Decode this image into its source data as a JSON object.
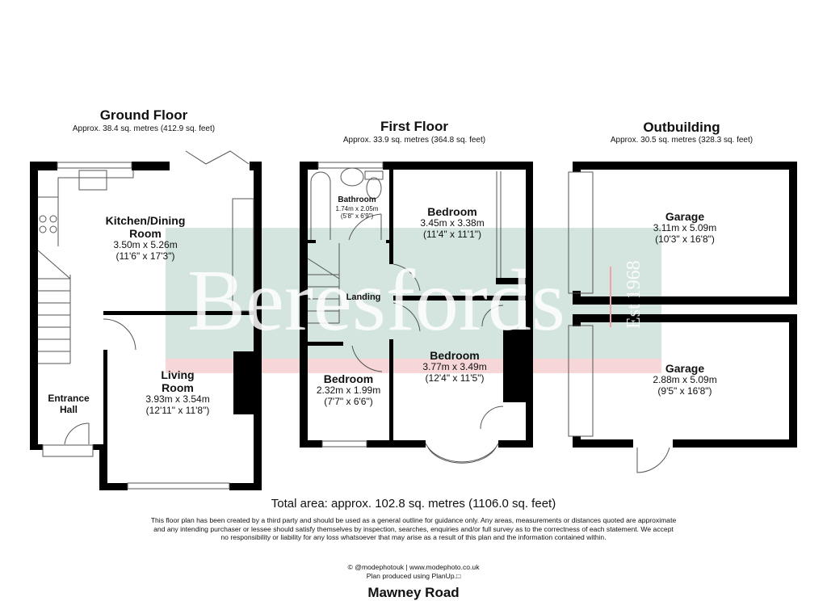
{
  "floors": [
    {
      "title": "Ground Floor",
      "area": "Approx. 38.4 sq. metres (412.9 sq. feet)"
    },
    {
      "title": "First Floor",
      "area": "Approx. 33.9 sq. metres (364.8 sq. feet)"
    },
    {
      "title": "Outbuilding",
      "area": "Approx. 30.5 sq. metres (328.3 sq. feet)"
    }
  ],
  "rooms": {
    "kitchen": {
      "name_line1": "Kitchen/Dining",
      "name_line2": "Room",
      "metric": "3.50m x 5.26m",
      "imperial": "(11'6\" x 17'3\")"
    },
    "living": {
      "name_line1": "Living",
      "name_line2": "Room",
      "metric": "3.93m x 3.54m",
      "imperial": "(12'11\" x 11'8\")"
    },
    "entrance": {
      "name_line1": "Entrance",
      "name_line2": "Hall"
    },
    "bathroom": {
      "name": "Bathroom",
      "metric": "1.74m x 2.05m",
      "imperial": "(5'8\" x 6'9\")"
    },
    "bedroom1": {
      "name": "Bedroom",
      "metric": "3.45m x 3.38m",
      "imperial": "(11'4\" x 11'1\")"
    },
    "landing": {
      "name": "Landing"
    },
    "bedroom2": {
      "name": "Bedroom",
      "metric": "3.77m x 3.49m",
      "imperial": "(12'4\" x 11'5\")"
    },
    "bedroom3": {
      "name": "Bedroom",
      "metric": "2.32m x 1.99m",
      "imperial": "(7'7\" x 6'6\")"
    },
    "garage1": {
      "name": "Garage",
      "metric": "3.11m x 5.09m",
      "imperial": "(10'3\" x 16'8\")"
    },
    "garage2": {
      "name": "Garage",
      "metric": "2.88m x 5.09m",
      "imperial": "(9'5\" x 16'8\")"
    }
  },
  "watermark": {
    "brand": "Beresfords",
    "established": "Est 1968",
    "green": "#d4e5df",
    "pink": "#f6d6d6"
  },
  "footer": {
    "total_area": "Total area: approx. 102.8 sq. metres (1106.0 sq. feet)",
    "disclaimer": "This floor plan has been created by a third party and should be used as a general outline for guidance only. Any areas, measurements or distances quoted are approximate and any intending purchaser or lessee should satisfy themselves by inspection, searches, enquiries and/or full survey as to the correctness of each statement. We accept no responsibility or liability for any loss whatsoever that may arise as a result of this plan and the information contained within.",
    "credit_line1": "© @modephotouk | www.modephoto.co.uk",
    "credit_line2": "Plan produced using PlanUp.□",
    "property_name": "Mawney Road"
  }
}
